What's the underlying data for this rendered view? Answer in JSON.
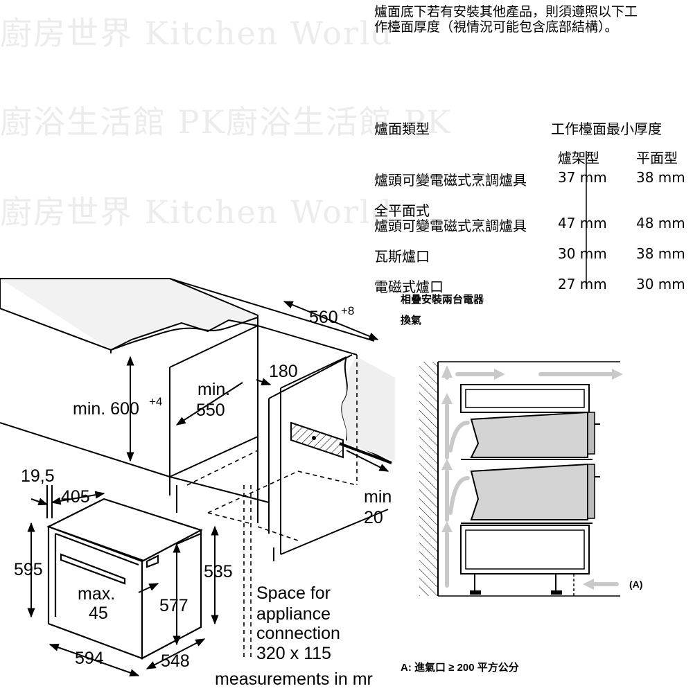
{
  "watermarks": [
    "廚房世界 Kitchen World",
    "廚浴生活館 PK廚浴生活館 PK",
    "廚房世界 Kitchen World"
  ],
  "note": {
    "line1": "爐面底下若有安裝其他產品，則須遵照以下工",
    "line2": "作檯面厚度（視情況可能包含底部結構）。"
  },
  "thickness_table": {
    "header_type": "爐面類型",
    "header_min": "工作檯面最小厚度",
    "sub_rack": "爐架型",
    "sub_flat": "平面型",
    "rows": [
      {
        "type": "爐頭可變電磁式烹調爐具",
        "type2": "",
        "rack": "37 mm",
        "flat": "38 mm"
      },
      {
        "type": "全平面式",
        "type2": "爐頭可變電磁式烹調爐具",
        "rack": "47 mm",
        "flat": "48 mm"
      },
      {
        "type": "瓦斯爐口",
        "type2": "",
        "rack": "30 mm",
        "flat": "38 mm"
      },
      {
        "type": "電磁式爐口",
        "type2": "",
        "rack": "27 mm",
        "flat": "30 mm"
      }
    ]
  },
  "stack": {
    "title1": "相疊安裝兩台電器",
    "title2": "換氣",
    "marker": "(A)",
    "caption": "A: 進氣口 ≥ 200 平方公分"
  },
  "dims": {
    "d560": "560",
    "d560_sup": "+8",
    "d180": "180",
    "min550_a": "min.",
    "min550_b": "550",
    "min600": "min. 600",
    "min600_sup": "+4",
    "d19_5": "19,5",
    "d405": "405",
    "min20_a": "min",
    "min20_b": "20",
    "d595": "595",
    "d535": "535",
    "max45_a": "max.",
    "max45_b": "45",
    "d577": "577",
    "d594": "594",
    "d548": "548",
    "space1": "Space for",
    "space2": "appliance",
    "space3": "connection",
    "space4": "320 x 115",
    "measurements": "measurements in mr"
  }
}
